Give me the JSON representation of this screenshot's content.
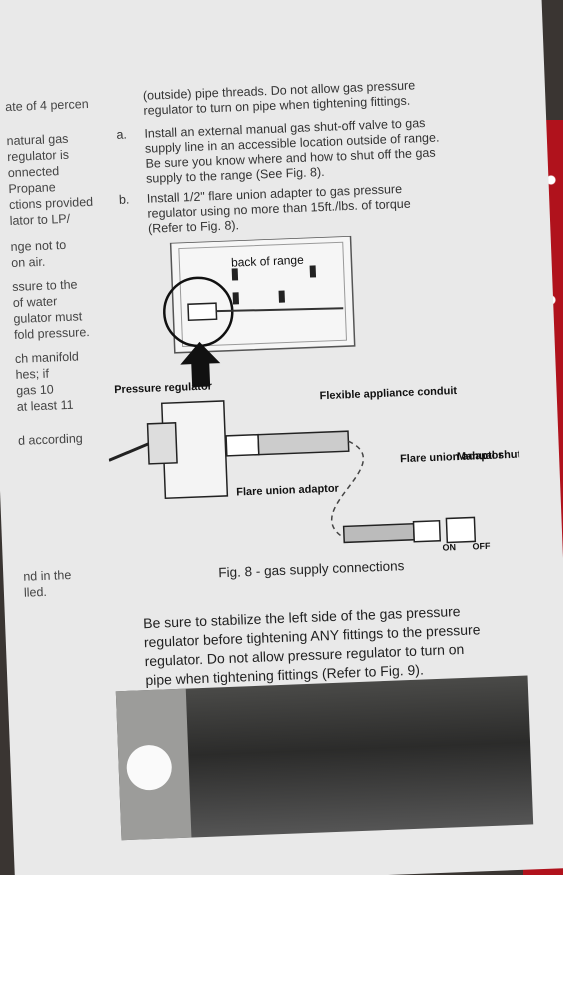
{
  "left_column": [
    "ate of 4 percen",
    "natural gas",
    "regulator is",
    "onnected",
    "Propane",
    "ctions provided",
    "lator to LP/",
    "nge not to",
    "on air.",
    "ssure to the",
    "of water",
    "gulator must",
    "fold pressure.",
    "ch manifold",
    "hes; if",
    "gas 10",
    "at least 11",
    "d according",
    "nd in the",
    "lled."
  ],
  "top_text": {
    "line1": "(outside) pipe threads. Do not allow gas pressure",
    "line2": "regulator to turn on pipe when tightening fittings."
  },
  "steps": [
    {
      "marker": "a.",
      "lines": [
        "Install an external manual gas shut-off valve to gas",
        "supply line in an accessible location outside of range.",
        "Be sure you know where and how to shut off the gas",
        "supply to the range (See Fig. 8)."
      ]
    },
    {
      "marker": "b.",
      "lines": [
        "Install 1/2\" flare union adapter to gas pressure",
        "regulator using no more than 15ft./lbs. of torque",
        "(Refer to Fig. 8)."
      ]
    }
  ],
  "figure": {
    "label_back_of_range": "back of range",
    "label_pressure_regulator": "Pressure regulator",
    "label_flexible_conduit": "Flexible appliance conduit",
    "label_flare_union_left": "Flare union adaptor",
    "label_flare_union_right": "Flare union adaptor",
    "label_shutoff_valve": "Manual shut-off valve",
    "label_on": "ON",
    "label_off": "OFF",
    "caption": "Fig. 8 - gas supply connections"
  },
  "body_text": [
    "Be sure to stabilize the left side of the gas pressure",
    "regulator before tightening ANY fittings to the pressure",
    "regulator. Do not allow pressure regulator to turn on",
    "pipe when tightening fittings (Refer to Fig. 9)."
  ],
  "colors": {
    "paper": "#e9e9e9",
    "ink": "#1f1f1f",
    "background": "#3a3532",
    "fabric_red": "#b0121c"
  }
}
